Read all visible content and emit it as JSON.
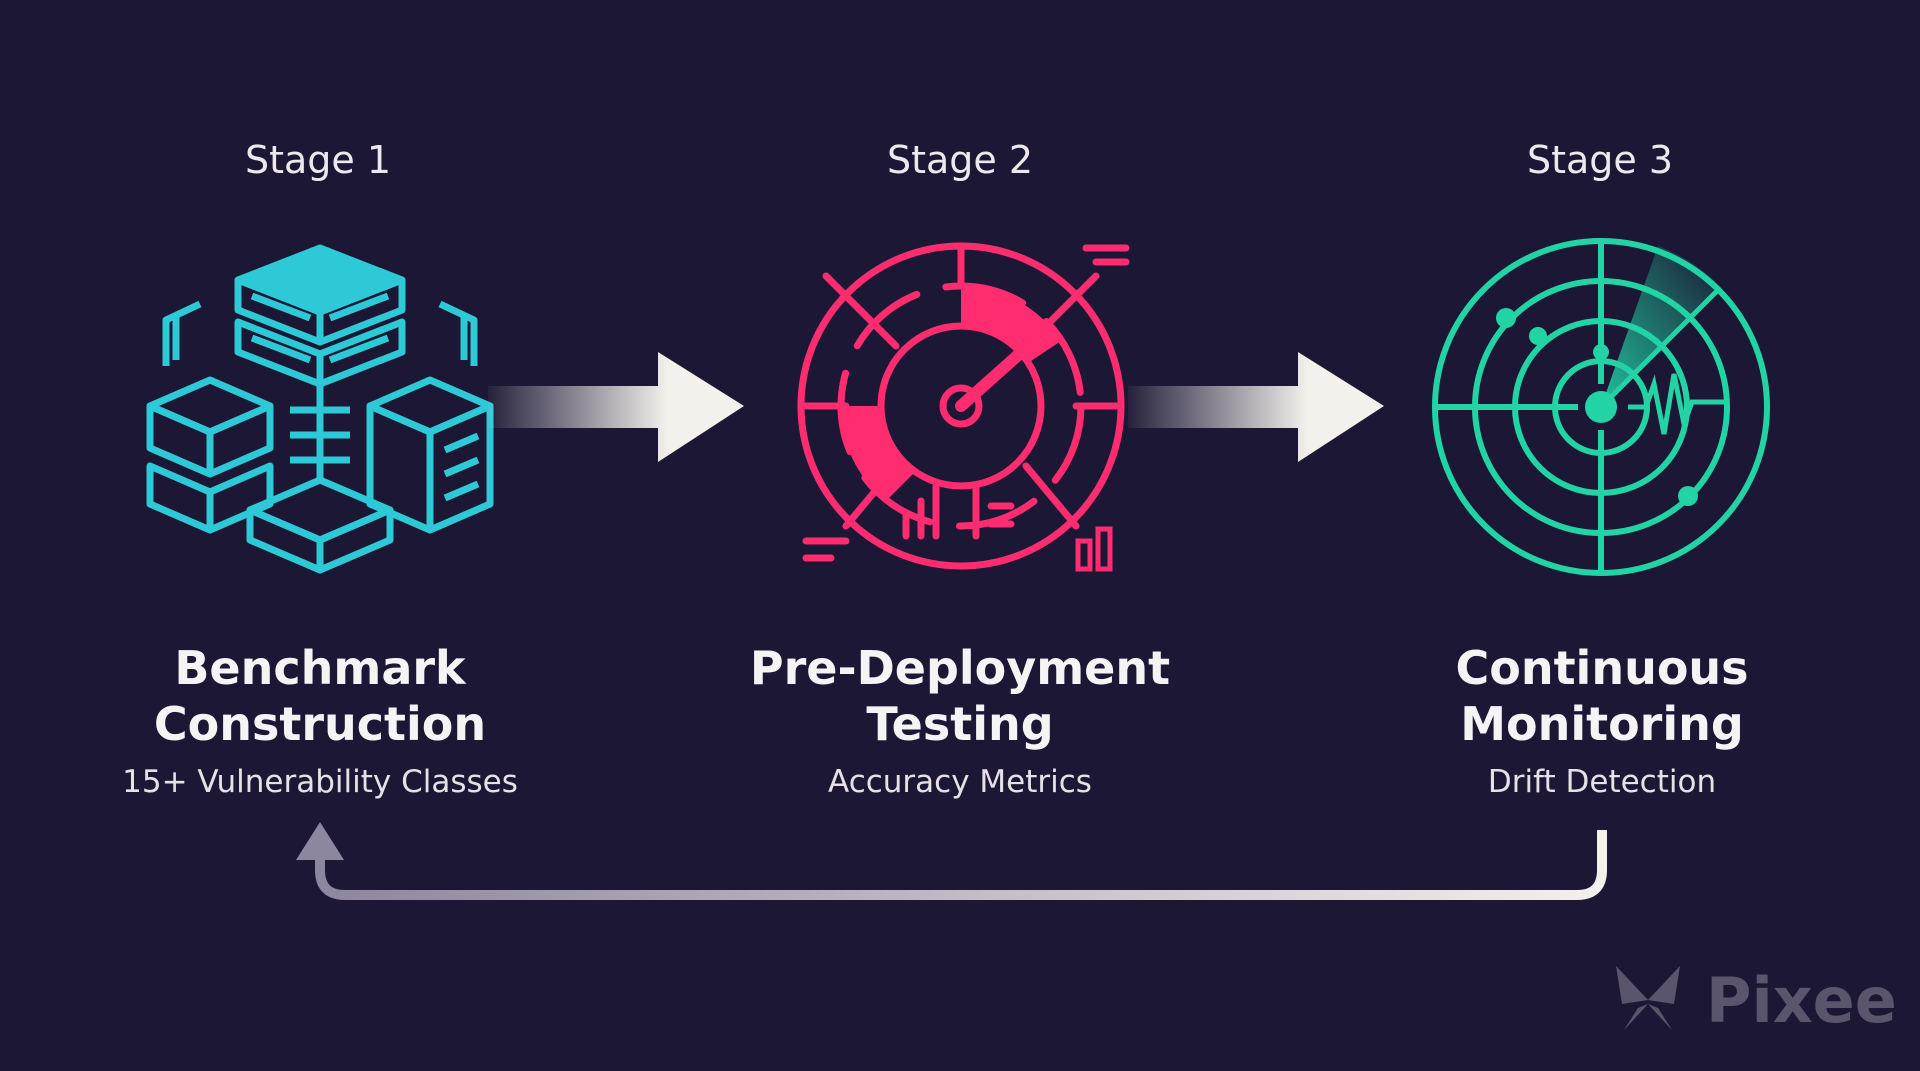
{
  "stages": [
    {
      "label": "Stage 1",
      "title_line1": "Benchmark",
      "title_line2": "Construction",
      "subtitle": "15+ Vulnerability Classes",
      "icon": "database-cubes-icon",
      "color": "#2ec9d6"
    },
    {
      "label": "Stage 2",
      "title_line1": "Pre-Deployment",
      "title_line2": "Testing",
      "subtitle": "Accuracy Metrics",
      "icon": "gauge-icon",
      "color": "#ff2d6f"
    },
    {
      "label": "Stage 3",
      "title_line1": "Continuous",
      "title_line2": "Monitoring",
      "subtitle": "Drift Detection",
      "icon": "radar-icon",
      "color": "#22d3a6"
    }
  ],
  "watermark": "Pixee",
  "colors": {
    "background": "#1b1734",
    "arrow": "#f4f0ec",
    "loop": "#a8a2b6"
  }
}
